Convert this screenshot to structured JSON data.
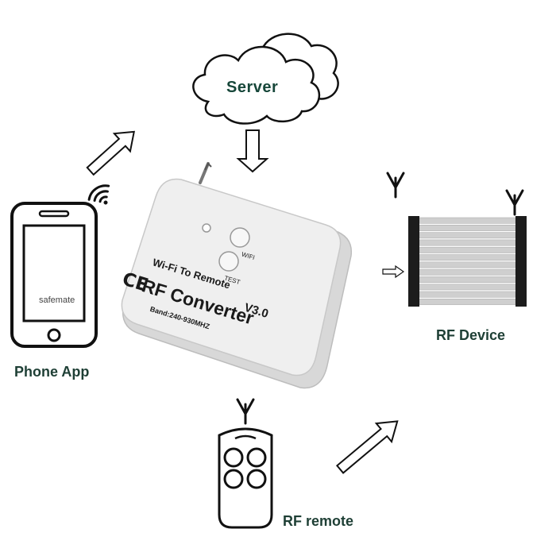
{
  "server": {
    "label": "Server"
  },
  "phone": {
    "label": "Phone App",
    "brand": "safemate"
  },
  "rf_device": {
    "label": "RF Device"
  },
  "rf_remote": {
    "label": "RF remote"
  },
  "converter": {
    "title": "RF Converter",
    "subtitle": "Wi-Fi To Remote",
    "version": "V3.0",
    "band": "Band:240-930MHZ",
    "mark": "CE",
    "buttons": {
      "wifi": "WIFI",
      "test": "TEST"
    }
  },
  "colors": {
    "label": "#1e3f35",
    "line": "#111111",
    "device_body": "#ececec"
  },
  "icons": [
    "cloud-icon",
    "wifi-icon",
    "antenna-icon",
    "arrow-icon",
    "shutter-icon",
    "remote-icon",
    "phone-icon"
  ]
}
